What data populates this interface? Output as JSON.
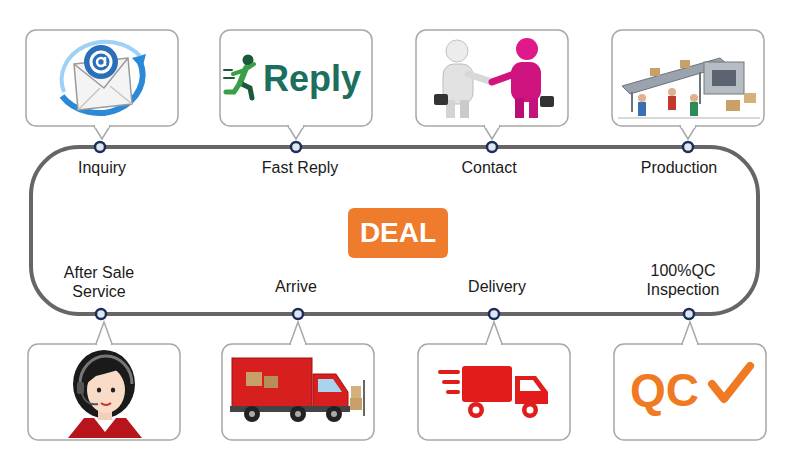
{
  "diagram": {
    "nodes": [
      {
        "text": [
          "DEAL"
        ]
      }
    ],
    "labels": [
      "Reply",
      "Inquiry",
      "Fast Reply",
      "Contact",
      "Production",
      "After Sale Service",
      "Arrive",
      "Delivery",
      "100%QC Inspection",
      "QC"
    ]
  }
}
